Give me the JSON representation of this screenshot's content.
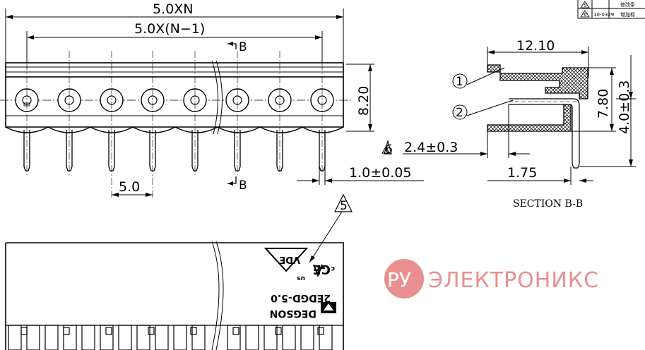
{
  "dimensions": {
    "overall_length": "5.0XN",
    "pitch_span": "5.0X(N−1)",
    "pitch": "5.0",
    "height": "8.20",
    "lead_width": "1.0±0.05",
    "depth": "12.10",
    "height_section": "7.80",
    "pin_offset": "4.0±0.3",
    "pin_protrusion": "2.4±0.3",
    "pin_x": "1.75"
  },
  "section_marker": "B",
  "section_title": "SECTION B-B",
  "callouts": {
    "one": "1",
    "two": "2",
    "rev": "6",
    "rev_top": "5"
  },
  "revision_table": {
    "row1_mark": "5",
    "row1_text": "修改条",
    "row2_mark": "6",
    "row2_date": "10-0329",
    "row2_text": "增加标"
  },
  "marking": {
    "vde": "VDE",
    "ce": "CE",
    "ul_c": "c",
    "ul_us": "us",
    "model": "2EDGD-5.0",
    "brand": "DEGSON"
  },
  "watermark": {
    "logo": "РУ",
    "text": "ЭЛЕКТРОНИКС",
    "color": "#e98f8f"
  }
}
